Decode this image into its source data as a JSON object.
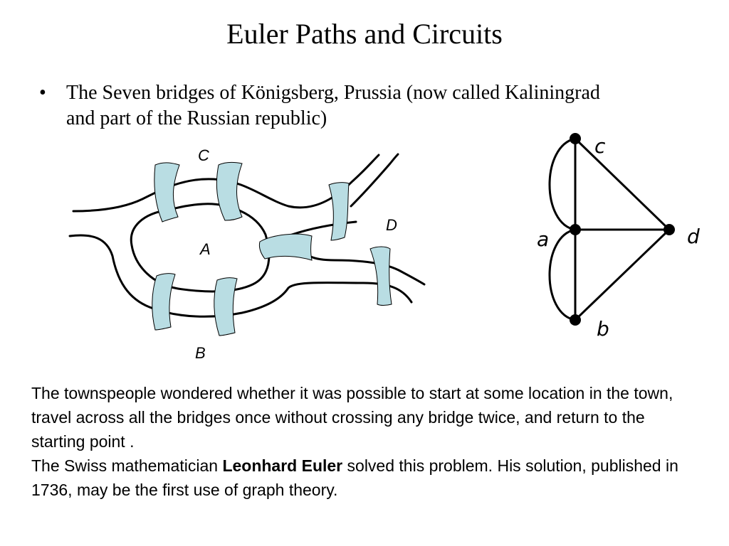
{
  "title": "Euler Paths and Circuits",
  "bullet": {
    "symbol": "•",
    "text": "The Seven bridges of Königsberg, Prussia (now called Kaliningrad and part of the Russian republic)"
  },
  "map": {
    "region_labels": {
      "C": "C",
      "A": "A",
      "D": "D",
      "B": "B"
    },
    "bridge_color": "#b9dde3",
    "bridge_count": 7
  },
  "graph": {
    "nodes": {
      "a": "a",
      "b": "b",
      "c": "c",
      "d": "d"
    },
    "edges": [
      [
        "a",
        "c"
      ],
      [
        "a",
        "c"
      ],
      [
        "a",
        "b"
      ],
      [
        "a",
        "b"
      ],
      [
        "a",
        "d"
      ],
      [
        "c",
        "d"
      ],
      [
        "b",
        "d"
      ]
    ]
  },
  "body": {
    "paragraph1": "The townspeople wondered whether it was possible to start at some location in the town, travel across all the bridges once without crossing any bridge twice, and return to the starting point .",
    "paragraph2_prefix": "The Swiss mathematician ",
    "paragraph2_name": "Leonhard Euler",
    "paragraph2_suffix": " solved this problem. His solution, published in 1736, may be the first use of graph theory."
  }
}
